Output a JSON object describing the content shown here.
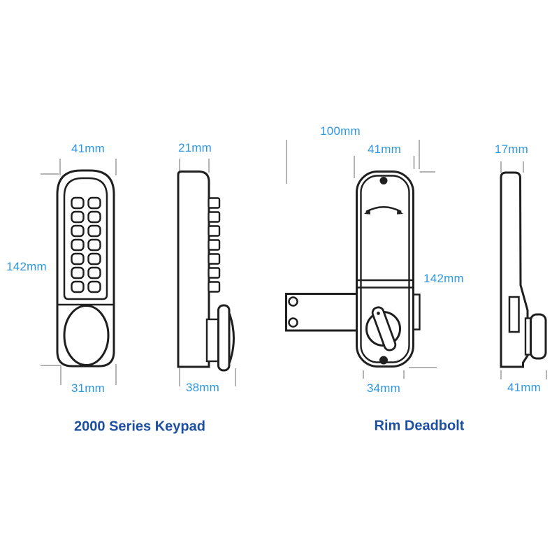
{
  "keypad": {
    "caption": "2000 Series Keypad",
    "front_width": "41mm",
    "front_height": "142mm",
    "front_knob_width": "31mm",
    "side_depth": "21mm",
    "side_total_depth": "38mm"
  },
  "deadbolt": {
    "caption": "Rim Deadbolt",
    "overall_width": "100mm",
    "body_width": "41mm",
    "body_height": "142mm",
    "bottom_width": "34mm",
    "side_depth": "17mm",
    "side_total_depth": "41mm"
  },
  "colors": {
    "dimension_text": "#2e97e2",
    "caption_text": "#1c4fa0",
    "drawing_line": "#1f1f1f",
    "tick_line": "#b4b4b4",
    "background": "#ffffff"
  }
}
